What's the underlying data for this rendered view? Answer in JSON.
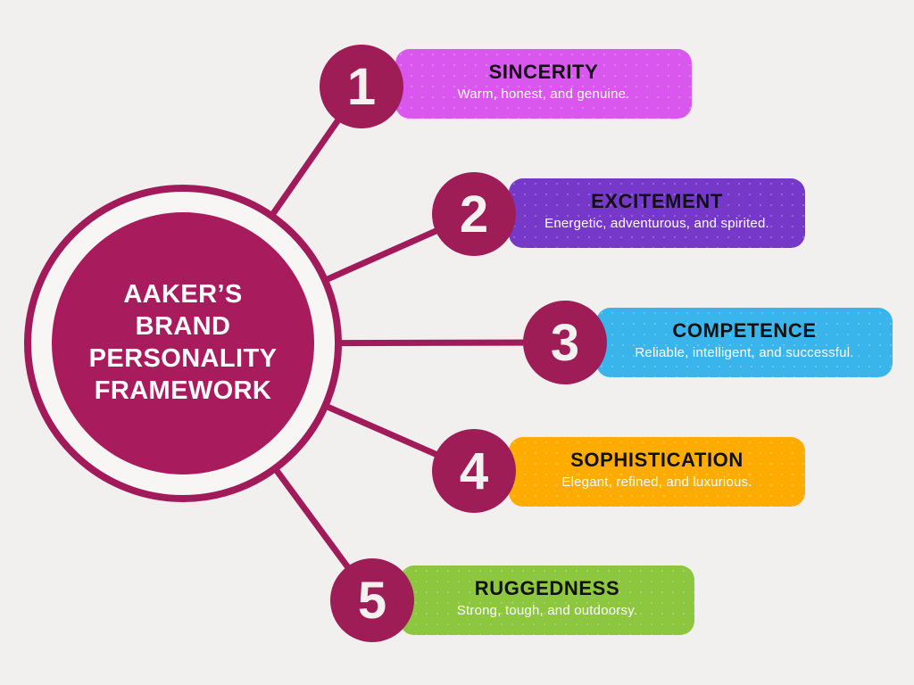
{
  "center": {
    "title_lines": [
      "AAKER’S",
      "BRAND",
      "PERSONALITY",
      "FRAMEWORK"
    ]
  },
  "items": [
    {
      "number": "1",
      "title": "SINCERITY",
      "desc": "Warm, honest, and genuine.",
      "color": "#d957ef"
    },
    {
      "number": "2",
      "title": "EXCITEMENT",
      "desc": "Energetic, adventurous, and spirited.",
      "color": "#7538c8"
    },
    {
      "number": "3",
      "title": "COMPETENCE",
      "desc": "Reliable, intelligent, and successful.",
      "color": "#3ab5ec"
    },
    {
      "number": "4",
      "title": "SOPHISTICATION",
      "desc": "Elegant, refined, and luxurious.",
      "color": "#ffac00"
    },
    {
      "number": "5",
      "title": "RUGGEDNESS",
      "desc": "Strong, tough, and outdoorsy.",
      "color": "#8dc63f"
    }
  ],
  "colors": {
    "accent": "#a11b5b",
    "circle_fill": "#9e1d57",
    "center_fill": "#a81c5e",
    "background": "#f1f0ee",
    "heading_text": "#111111",
    "desc_text": "#ffffff",
    "number_text": "#f5f1ee",
    "center_text": "#ffffff"
  }
}
